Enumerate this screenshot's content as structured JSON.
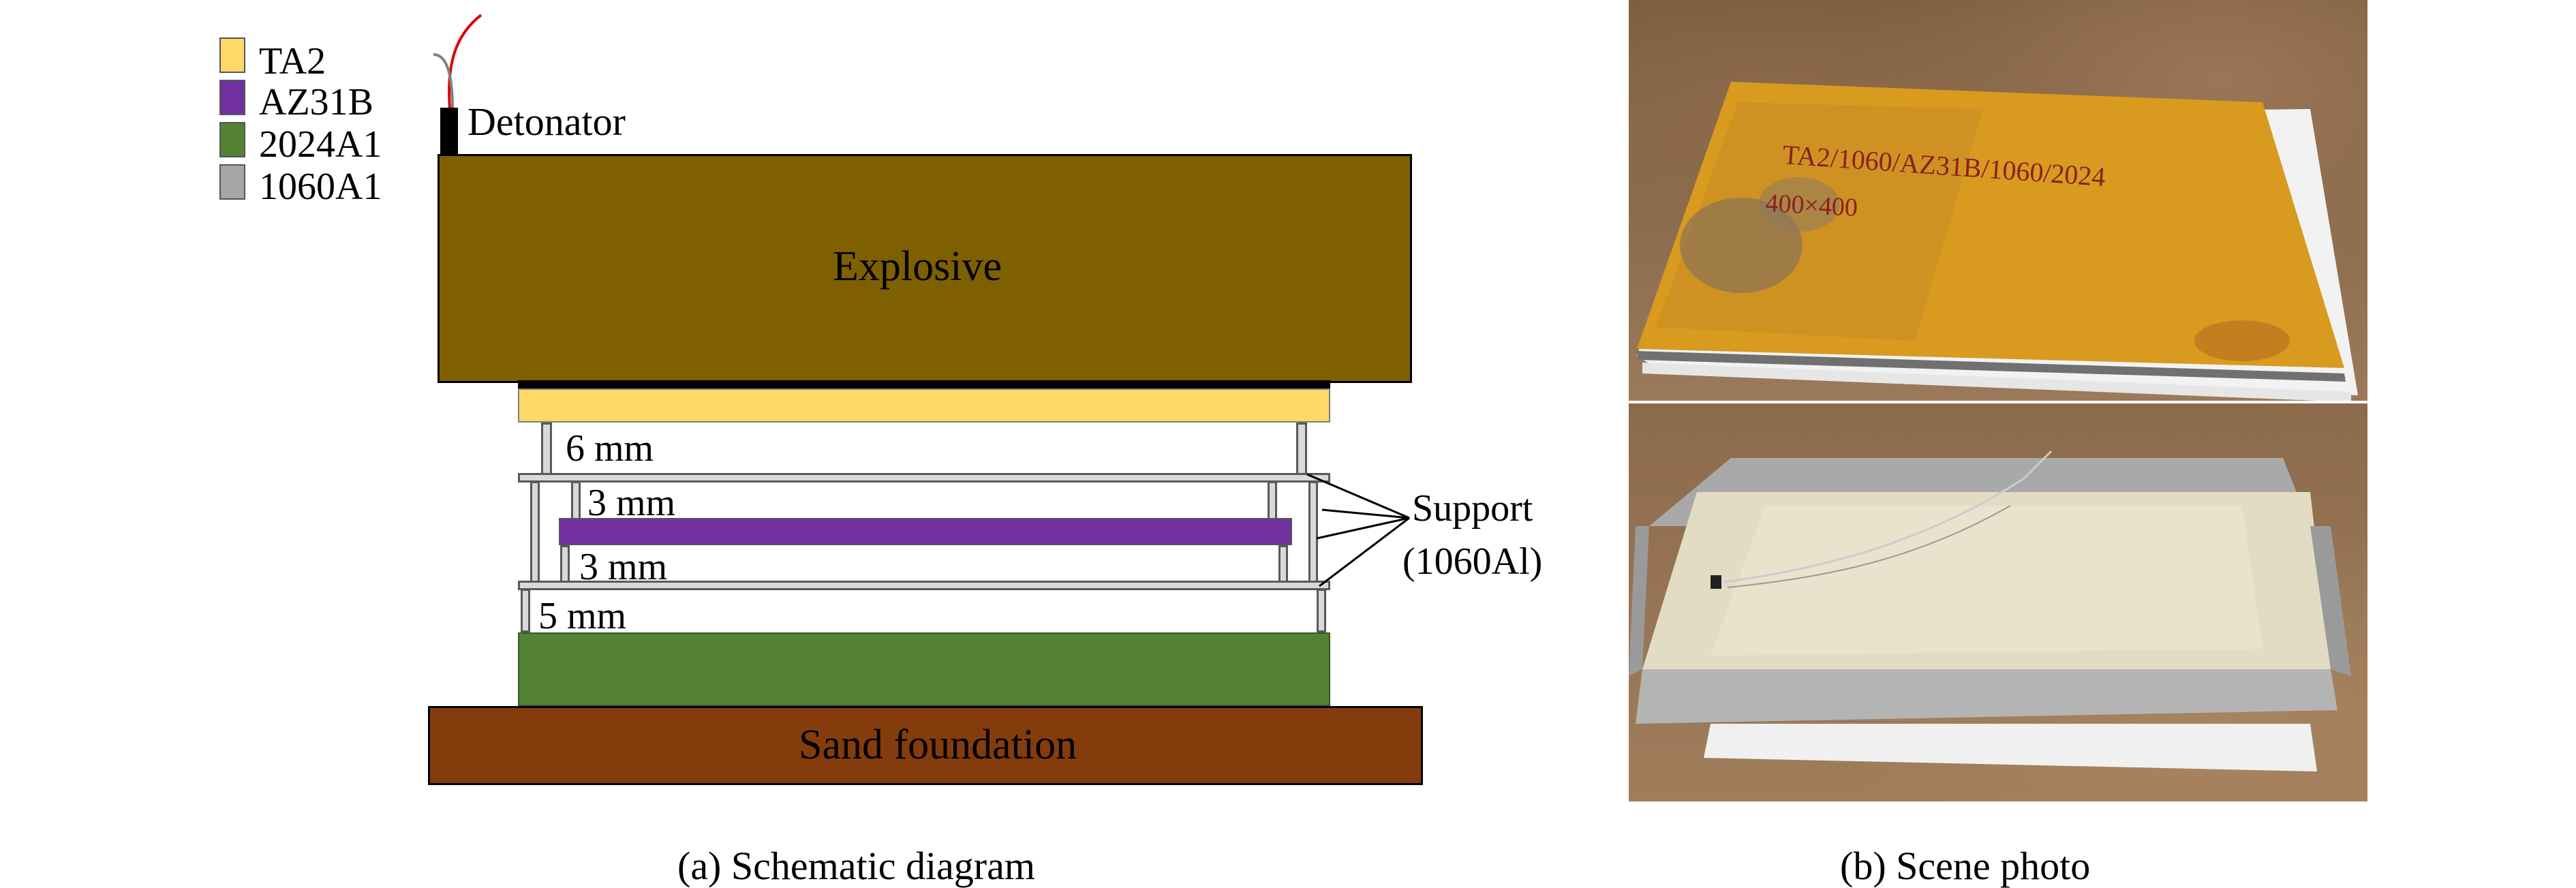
{
  "legend": {
    "items": [
      {
        "label": "TA2",
        "color": "#ffd966"
      },
      {
        "label": "AZ31B",
        "color": "#7030a0"
      },
      {
        "label": "2024A1",
        "color": "#548235"
      },
      {
        "label": "1060A1",
        "color": "#a6a6a6"
      }
    ]
  },
  "schematic": {
    "detonator_label": "Detonator",
    "explosive_label": "Explosive",
    "gap_top": "6 mm",
    "gap_mid_upper": "3 mm",
    "gap_mid_lower": "3 mm",
    "gap_bottom": "5 mm",
    "support_label_line1": "Support",
    "support_label_line2": "(1060Al)",
    "sand_label": "Sand foundation",
    "colors": {
      "explosive": "#7f6000",
      "ta2": "#ffd966",
      "az31b": "#7030a0",
      "al2024": "#548235",
      "sand": "#843c0c",
      "support": "#d9d9d9",
      "detonator_wire": "#e00000"
    }
  },
  "photo": {
    "plate_text_line1": "TA2/1060/AZ31B/1060/2024",
    "plate_text_line2": "400×400"
  },
  "captions": {
    "left": "(a) Schematic diagram",
    "right": "(b) Scene photo"
  }
}
